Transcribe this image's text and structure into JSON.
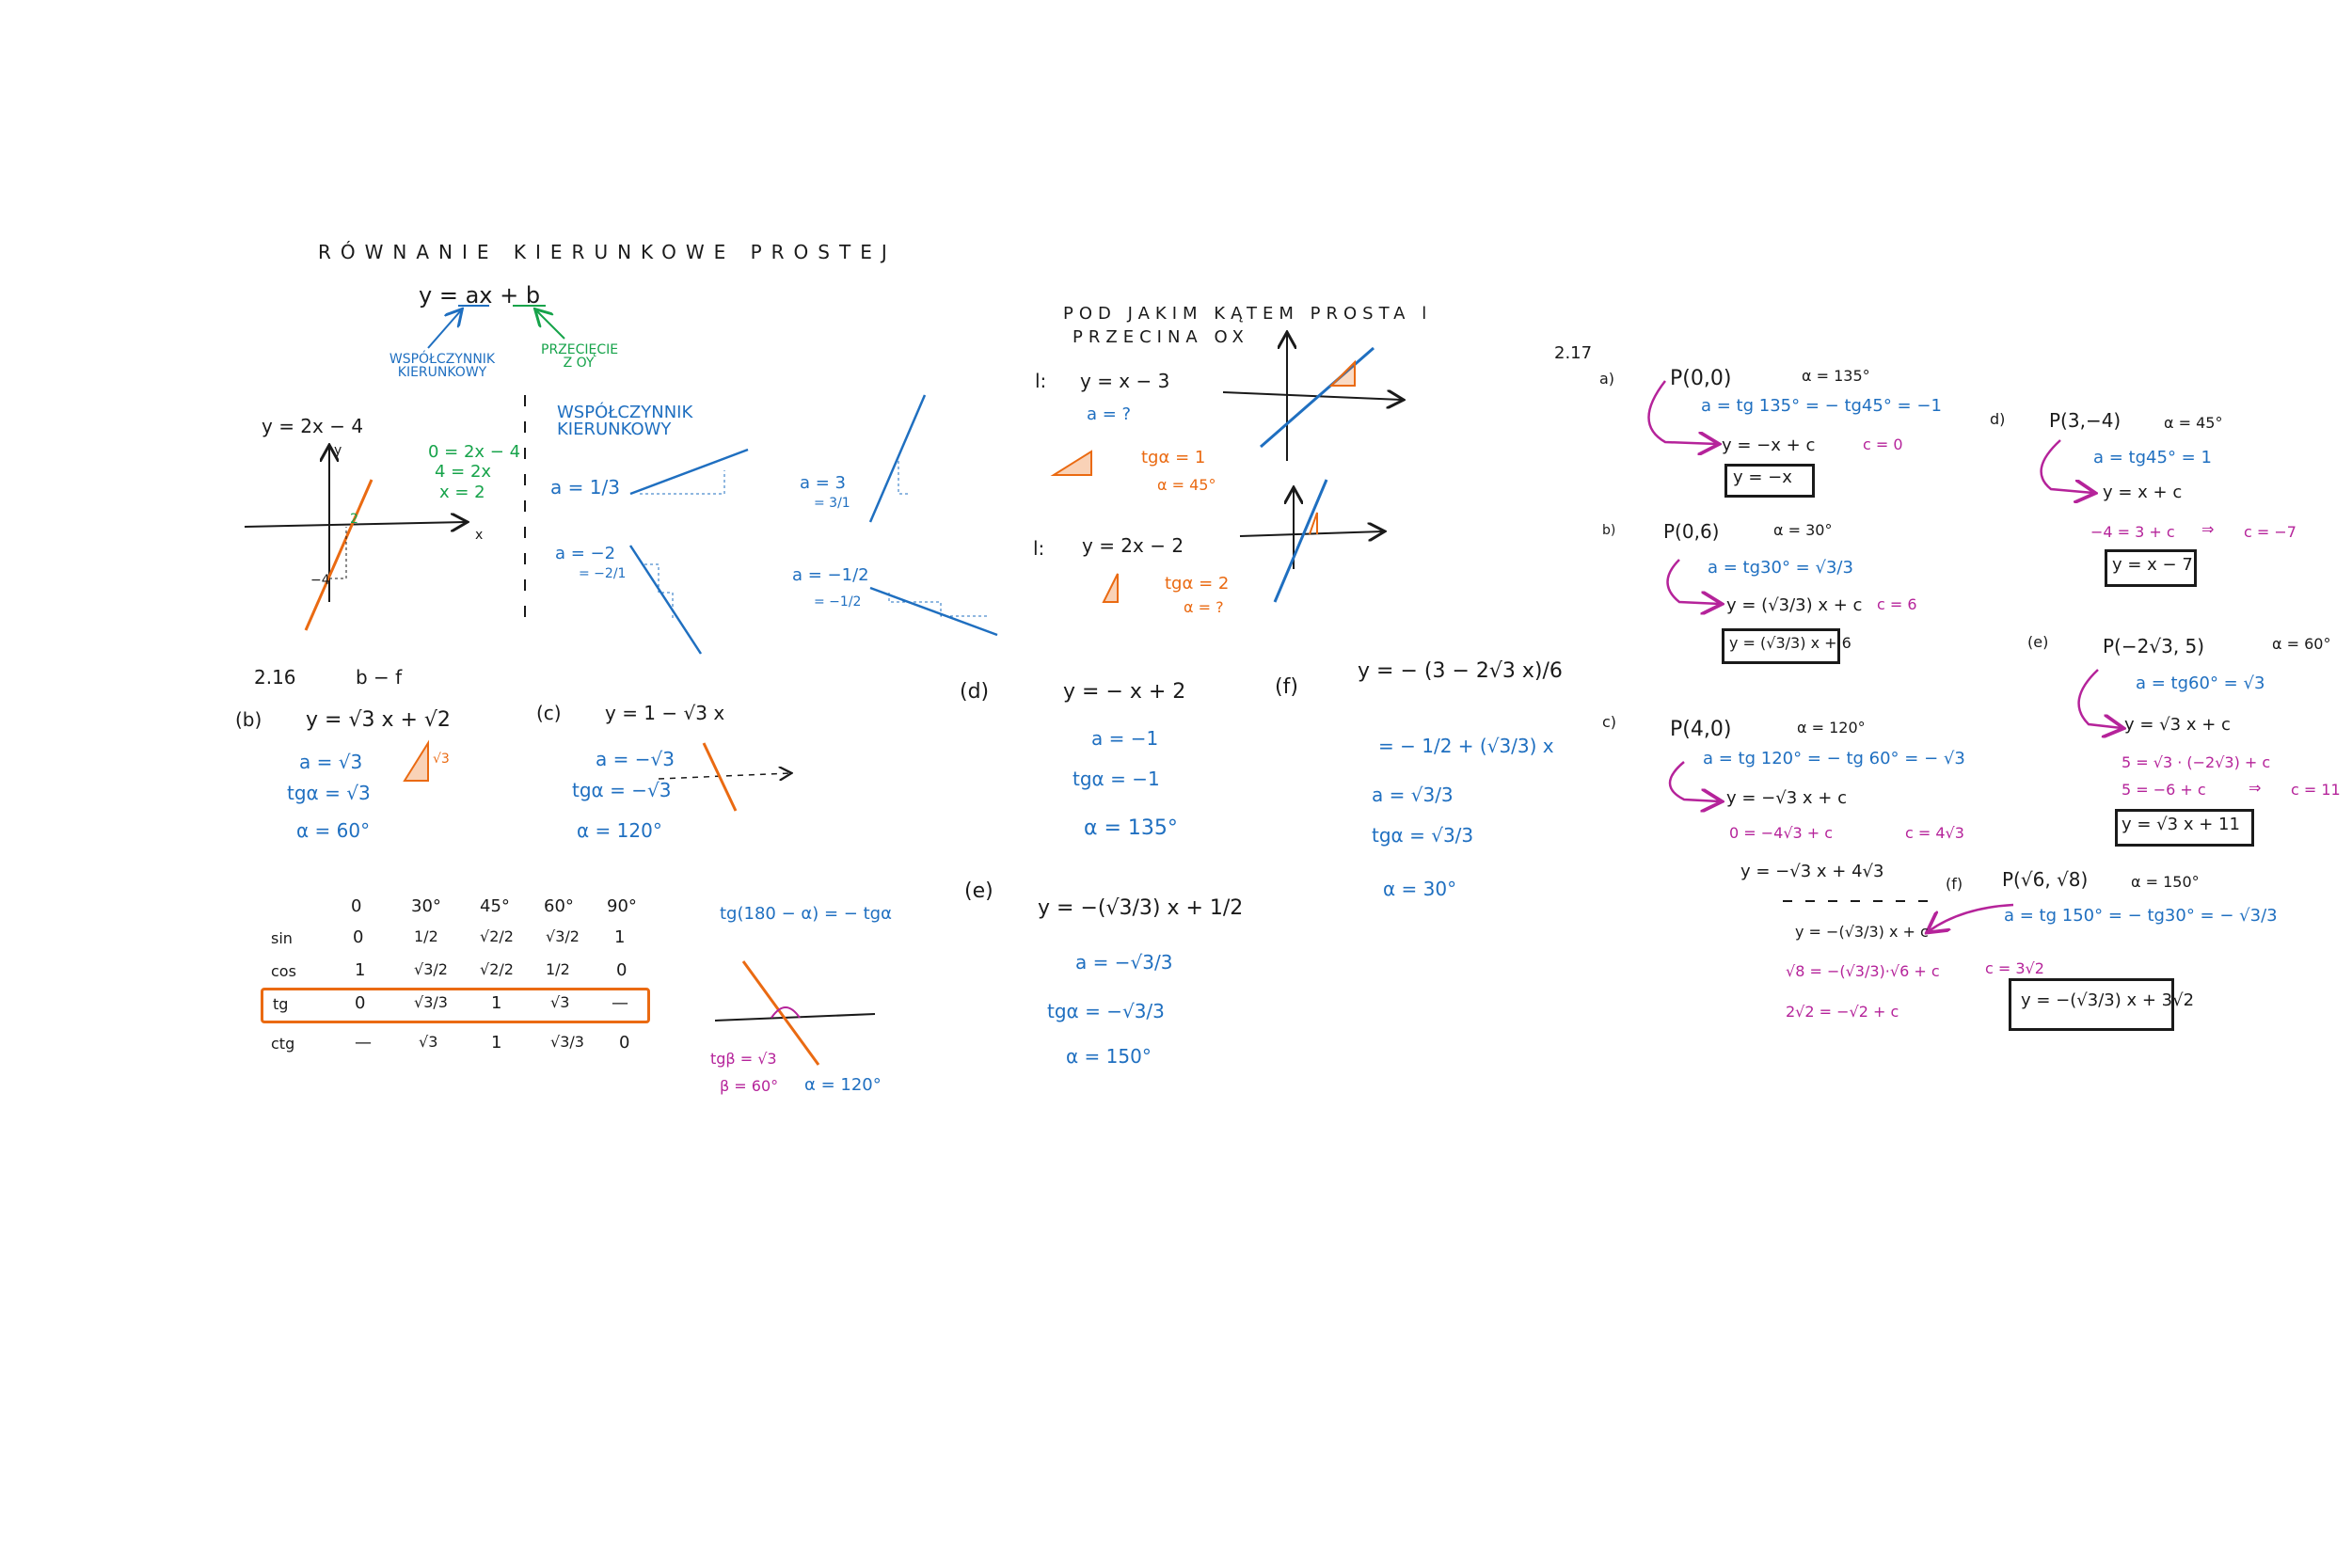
{
  "colors": {
    "black": "#1a1a1a",
    "blue": "#1f6fc0",
    "green": "#16a34a",
    "orange": "#ea6a12",
    "purple": "#b5239a"
  },
  "title": "RÓWNANIE KIERUNKOWE PROSTEJ",
  "intro": {
    "formula": "y = ax + b",
    "slope_label": "WSPÓŁCZYNNIK KIERUNKOWY",
    "intercept_label": "PRZECIĘCIE Z OY",
    "example_eq": "y = 2x − 4",
    "solve": [
      "0 = 2x − 4",
      "4 = 2x",
      "x = 2"
    ],
    "graph_labels": {
      "x": "x",
      "y": "y",
      "two": "2",
      "minus4": "−4"
    },
    "slope_title": "WSPÓŁCZYNNIK KIERUNKOWY",
    "slopes": [
      "a = 1/3",
      "a = −2",
      "= −2/1",
      "a = 3",
      "= 3/1",
      "a = −1/2",
      "= −1/2"
    ]
  },
  "ex216": {
    "heading": "2.16",
    "range": "b − f",
    "b": {
      "label": "(b)",
      "eq": "y = √3 x + √2",
      "a": "a = √3",
      "tg": "tgα = √3",
      "alpha": "α = 60°",
      "tri": "√3"
    },
    "c": {
      "label": "(c)",
      "eq": "y = 1 − √3 x",
      "a": "a = −√3",
      "tg": "tgα = −√3",
      "alpha": "α = 120°"
    },
    "d": {
      "label": "(d)",
      "eq": "y = − x + 2",
      "a": "a = −1",
      "tg": "tgα = −1",
      "alpha": "α = 135°"
    },
    "e": {
      "label": "(e)",
      "eq": "y = −(√3/3) x + 1/2",
      "a": "a = −√3/3",
      "tg": "tgα = −√3/3",
      "alpha": "α = 150°"
    },
    "f": {
      "label": "(f)",
      "eq": "y = − (3 − 2√3 x)/6",
      "a1": "= − 1/2 + (√3/3) x",
      "a": "a = √3/3",
      "tg": "tgα = √3/3",
      "alpha": "α = 30°"
    }
  },
  "angle_q": {
    "line1": "POD JAKIM KĄTEM PROSTA l",
    "line2": "PRZECINA OX",
    "l1": {
      "label": "l:",
      "eq": "y = x − 3",
      "a": "a = ?",
      "tg": "tgα = 1",
      "alpha": "α = 45°"
    },
    "l2": {
      "label": "l:",
      "eq": "y = 2x − 2",
      "tg": "tgα = 2",
      "alpha": "α = ?"
    }
  },
  "table": {
    "headers": [
      "0",
      "30°",
      "45°",
      "60°",
      "90°"
    ],
    "rows": [
      {
        "fn": "sin",
        "vals": [
          "0",
          "1/2",
          "√2/2",
          "√3/2",
          "1"
        ]
      },
      {
        "fn": "cos",
        "vals": [
          "1",
          "√3/2",
          "√2/2",
          "1/2",
          "0"
        ]
      },
      {
        "fn": "tg",
        "vals": [
          "0",
          "√3/3",
          "1",
          "√3",
          "—"
        ]
      },
      {
        "fn": "ctg",
        "vals": [
          "—",
          "√3",
          "1",
          "√3/3",
          "0"
        ]
      }
    ],
    "identity": "tg(180 − α) = − tgα",
    "tgb": "tgβ = √3",
    "beta": "β = 60°",
    "alpha": "α = 120°"
  },
  "ex217": {
    "heading": "2.17",
    "a": {
      "label": "a)",
      "point": "P(0,0)",
      "alpha": "α = 135°",
      "calc": "a = tg 135° = − tg45° = −1",
      "gen": "y = −x + c",
      "c": "c = 0",
      "res": "y = −x"
    },
    "b": {
      "label": "b)",
      "point": "P(0,6)",
      "alpha": "α = 30°",
      "calc": "a = tg30° = √3/3",
      "gen": "y = (√3/3) x + c",
      "c": "c = 6",
      "res": "y = (√3/3) x + 6"
    },
    "c": {
      "label": "c)",
      "point": "P(4,0)",
      "alpha": "α = 120°",
      "calc": "a = tg 120° = − tg 60° = − √3",
      "gen": "y = −√3 x + c",
      "sub": "0 = −4√3 + c",
      "c": "c = 4√3",
      "res": "y = −√3 x + 4√3"
    },
    "d": {
      "label": "d)",
      "point": "P(3,−4)",
      "alpha": "α = 45°",
      "calc": "a = tg45° = 1",
      "gen": "y = x + c",
      "sub": "−4 = 3 + c",
      "arrow": "⇒",
      "c": "c = −7",
      "res": "y = x − 7"
    },
    "e": {
      "label": "(e)",
      "point": "P(−2√3, 5)",
      "alpha": "α = 60°",
      "calc": "a = tg60° = √3",
      "gen": "y = √3 x + c",
      "sub1": "5 = √3 · (−2√3) + c",
      "sub2": "5 = −6 + c",
      "arrow": "⇒",
      "c": "c = 11",
      "res": "y = √3 x + 11"
    },
    "f": {
      "label": "(f)",
      "point": "P(√6, √8)",
      "alpha": "α = 150°",
      "calc": "a = tg 150° = − tg30° = − √3/3",
      "gen": "y = −(√3/3) x + c",
      "sub1": "√8 = −(√3/3)·√6 + c",
      "sub2": "2√2 = −√2 + c",
      "c": "c = 3√2",
      "res": "y = −(√3/3) x + 3√2"
    }
  }
}
